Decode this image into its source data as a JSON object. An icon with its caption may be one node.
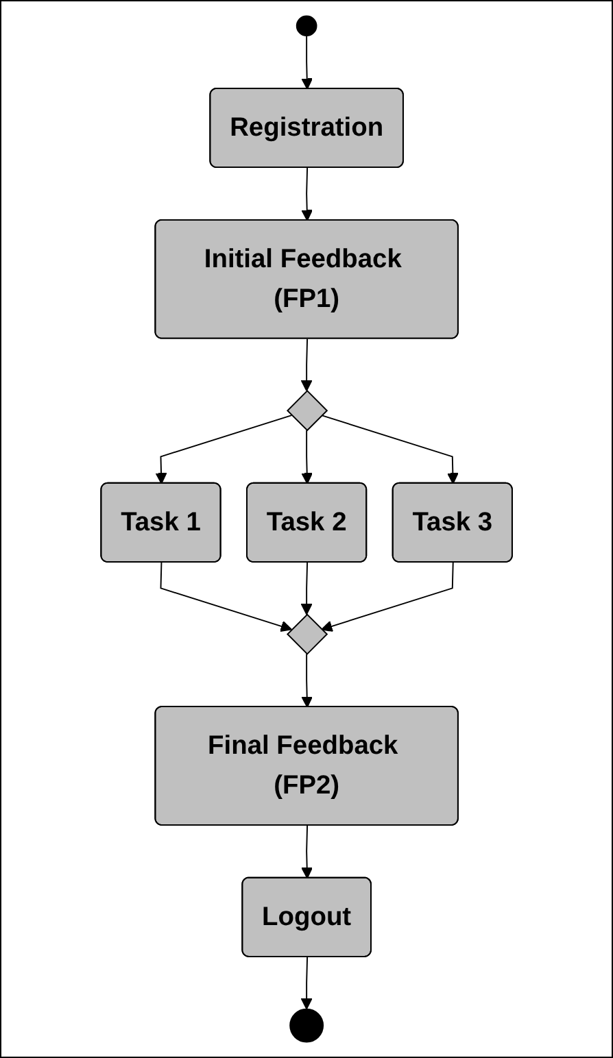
{
  "diagram": {
    "nodes": [
      {
        "text": [],
        "shape": "circle"
      },
      {
        "text": [
          "Registration"
        ]
      },
      {
        "text": [
          "Initial Feedback (FP1)"
        ]
      },
      {
        "text": [],
        "shape": "diamond"
      },
      {
        "text": [
          "Task 1"
        ]
      },
      {
        "text": [
          "Task 2"
        ]
      },
      {
        "text": [
          "Task 3"
        ]
      },
      {
        "text": [],
        "shape": "diamond"
      },
      {
        "text": [
          "Final Feedback (FP2)"
        ]
      },
      {
        "text": [
          "Logout"
        ]
      },
      {
        "text": [],
        "shape": "bullseye"
      }
    ],
    "edges": [
      {
        "from": 0,
        "to": 1,
        "arrow": "to"
      },
      {
        "from": 1,
        "to": 2,
        "arrow": "to"
      },
      {
        "from": 2,
        "to": 3,
        "arrow": "to"
      },
      {
        "from": 3,
        "to": 4,
        "arrow": "to"
      },
      {
        "from": 3,
        "to": 5,
        "arrow": "to"
      },
      {
        "from": 3,
        "to": 6,
        "arrow": "to"
      },
      {
        "from": 4,
        "to": 7,
        "arrow": "to"
      },
      {
        "from": 5,
        "to": 7,
        "arrow": "to"
      },
      {
        "from": 6,
        "to": 7,
        "arrow": "to"
      },
      {
        "from": 7,
        "to": 8,
        "arrow": "to"
      },
      {
        "from": 8,
        "to": 9,
        "arrow": "to"
      },
      {
        "from": 9,
        "to": 10,
        "arrow": "to"
      }
    ]
  }
}
